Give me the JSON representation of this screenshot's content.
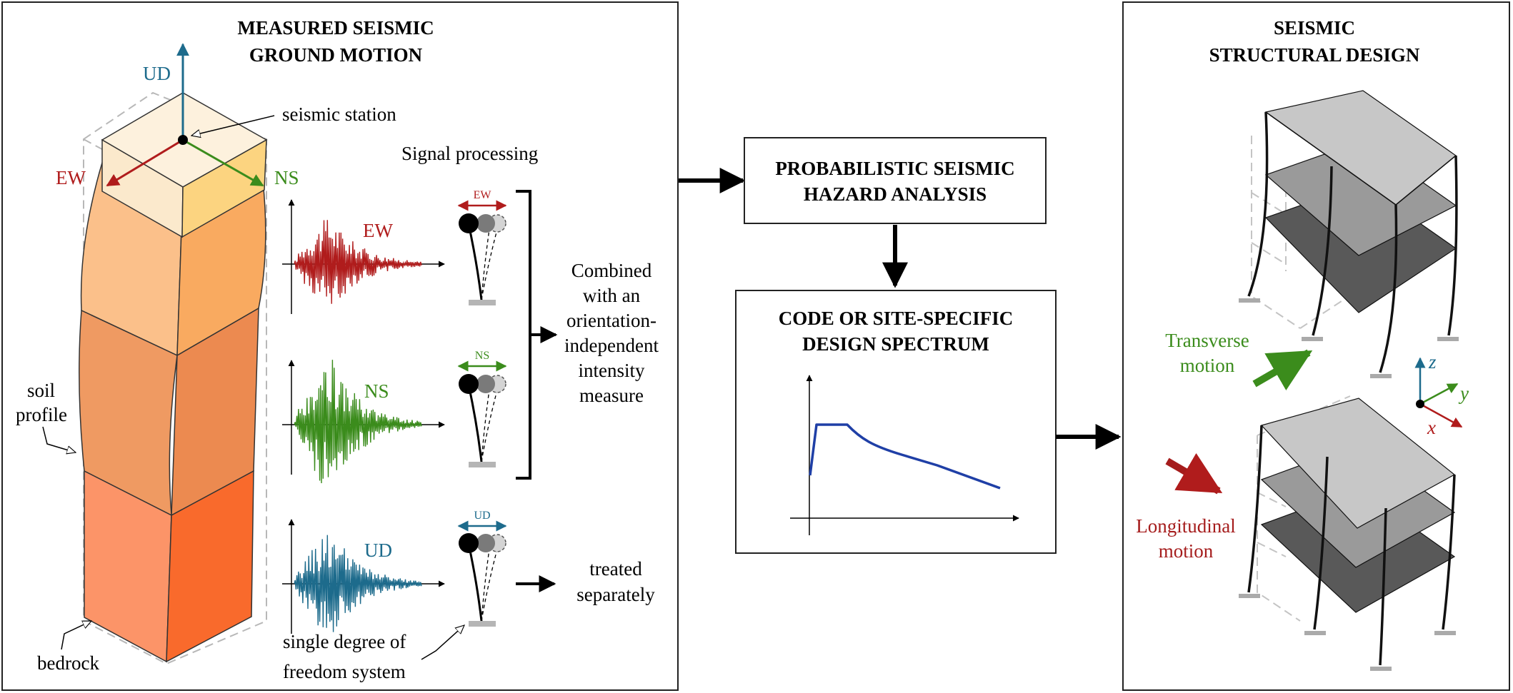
{
  "left_panel": {
    "title_line1": "MEASURED SEISMIC",
    "title_line2": "GROUND MOTION",
    "axis_ud": "UD",
    "axis_ew": "EW",
    "axis_ns": "NS",
    "seismic_station": "seismic station",
    "signal_processing": "Signal processing",
    "soil_profile_line1": "soil",
    "soil_profile_line2": "profile",
    "bedrock": "bedrock",
    "signal_ew": "EW",
    "signal_ns": "NS",
    "signal_ud": "UD",
    "sdof_ew": "EW",
    "sdof_ns": "NS",
    "sdof_ud": "UD",
    "combined_lines": [
      "Combined",
      "with an",
      "orientation-",
      "independent",
      "intensity",
      "measure"
    ],
    "treated_lines": [
      "treated",
      "separately"
    ],
    "sdof_label_line1": "single degree of",
    "sdof_label_line2": "freedom system"
  },
  "psha": {
    "line1": "PROBABILISTIC SEISMIC",
    "line2": "HAZARD ANALYSIS"
  },
  "spectrum": {
    "line1": "CODE OR SITE-SPECIFIC",
    "line2": "DESIGN SPECTRUM"
  },
  "right_panel": {
    "title_line1": "SEISMIC",
    "title_line2": "STRUCTURAL DESIGN",
    "transverse_line1": "Transverse",
    "transverse_line2": "motion",
    "longitudinal_line1": "Longitudinal",
    "longitudinal_line2": "motion",
    "axis_z": "z",
    "axis_y": "y",
    "axis_x": "x"
  },
  "colors": {
    "ew": "#b01c1c",
    "ns": "#3b8c1c",
    "ud": "#1d6b8c",
    "spectrum_line": "#1f3fa6"
  }
}
